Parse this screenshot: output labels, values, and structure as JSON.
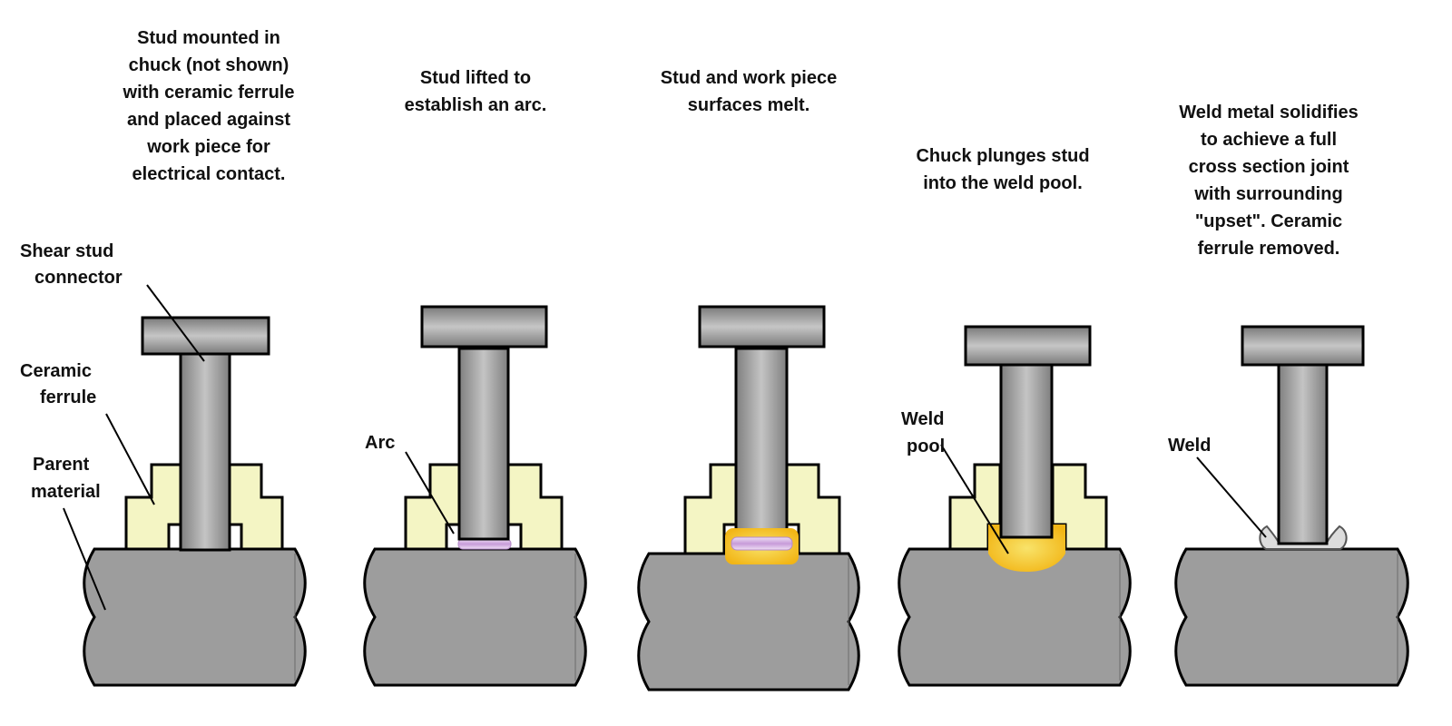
{
  "colors": {
    "steel": "#9a9a9a",
    "parent_material": "#9d9d9d",
    "ferrule": "#f4f5c4",
    "outline": "#000000",
    "arc": "#d9b3e8",
    "weld_pool": "#f3c21a",
    "weld": "#dcdcdc"
  },
  "steps": [
    {
      "caption": [
        "Stud mounted in",
        "chuck (not shown)",
        "with ceramic ferrule",
        "and placed against",
        "work piece for",
        "electrical contact."
      ]
    },
    {
      "caption": [
        "Stud lifted to",
        "establish an arc."
      ]
    },
    {
      "caption": [
        "Stud and work piece",
        "surfaces melt."
      ]
    },
    {
      "caption": [
        "Chuck plunges stud",
        "into the weld pool."
      ]
    },
    {
      "caption": [
        "Weld metal solidifies",
        "to achieve a full",
        "cross section joint",
        "with surrounding",
        "\"upset\". Ceramic",
        "ferrule removed."
      ]
    }
  ],
  "labels": {
    "shear_stud": [
      "Shear stud",
      "connector"
    ],
    "ceramic_ferrule": [
      "Ceramic",
      "ferrule"
    ],
    "parent_material": [
      "Parent",
      "material"
    ],
    "arc": "Arc",
    "weld_pool": [
      "Weld",
      "pool"
    ],
    "weld": "Weld"
  }
}
